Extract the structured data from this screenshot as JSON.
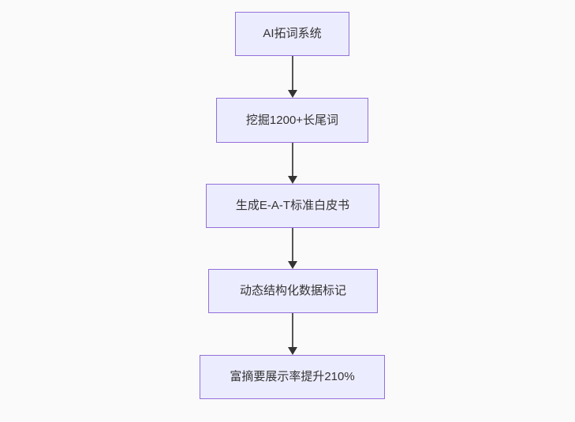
{
  "flowchart": {
    "type": "flowchart",
    "direction": "top-down",
    "nodes": [
      {
        "label": "AI拓词系统"
      },
      {
        "label": "挖掘1200+长尾词"
      },
      {
        "label": "生成E-A-T标准白皮书"
      },
      {
        "label": "动态结构化数据标记"
      },
      {
        "label": "富摘要展示率提升210%"
      }
    ],
    "edges": [
      {
        "from": 0,
        "to": 1
      },
      {
        "from": 1,
        "to": 2
      },
      {
        "from": 2,
        "to": 3
      },
      {
        "from": 3,
        "to": 4
      }
    ],
    "colors": {
      "node_fill": "#ECECFF",
      "node_border": "#9370DB",
      "node_text": "#333333",
      "edge_line": "#555555",
      "arrowhead": "#333333",
      "background": "#FAFAFA"
    }
  }
}
